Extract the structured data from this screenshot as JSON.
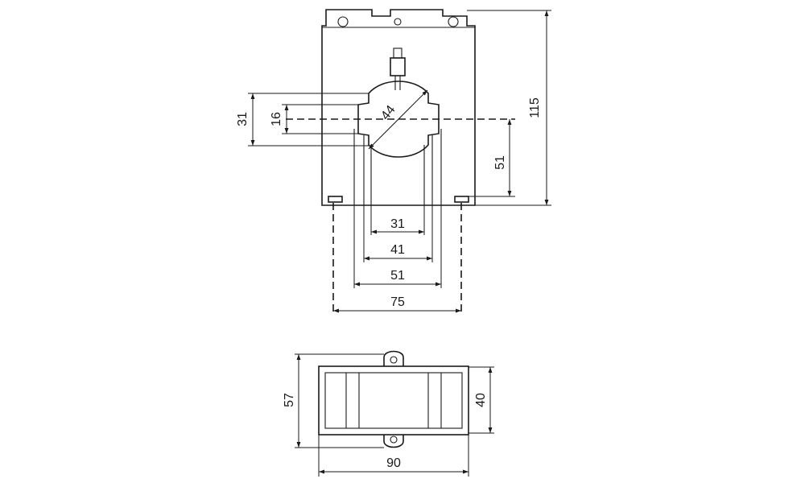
{
  "front_view": {
    "dim_height_total": "115",
    "dim_bolt_offset": "51",
    "dim_side_31": "31",
    "dim_side_16": "16",
    "dim_window_diameter": "44",
    "dim_width_31": "31",
    "dim_width_41": "41",
    "dim_width_51": "51",
    "dim_width_75": "75"
  },
  "bottom_view": {
    "dim_height_57": "57",
    "dim_height_40": "40",
    "dim_width_90": "90"
  }
}
